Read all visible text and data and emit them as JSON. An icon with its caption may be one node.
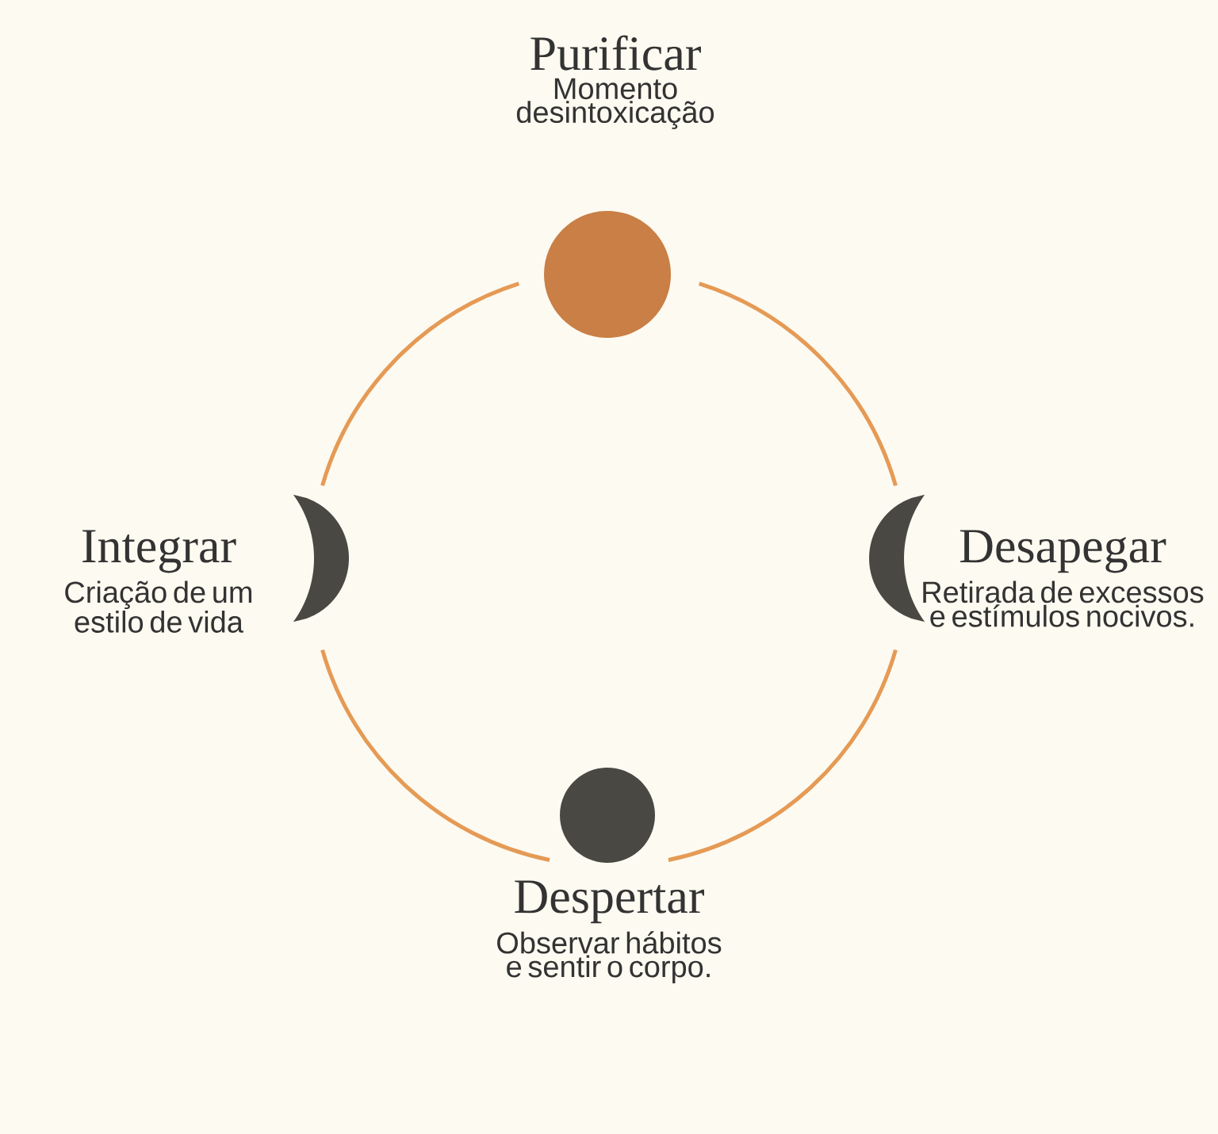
{
  "diagram": {
    "nodes": [
      {
        "text": [
          "Purificar",
          "Momento desintoxicação"
        ]
      },
      {
        "text": [
          "Integrar",
          "Criação de um estilo de vida"
        ]
      },
      {
        "text": [
          "Desapegar",
          "Retirada de excessos e estímulos nocivos."
        ]
      },
      {
        "text": [
          "Despertar",
          "Observar hábitos e sentir o corpo."
        ]
      }
    ],
    "edges": [
      {
        "from": 0,
        "to": 2,
        "arrow": "none"
      },
      {
        "from": 2,
        "to": 3,
        "arrow": "none"
      },
      {
        "from": 3,
        "to": 1,
        "arrow": "none"
      },
      {
        "from": 1,
        "to": 0,
        "arrow": "none"
      }
    ]
  }
}
